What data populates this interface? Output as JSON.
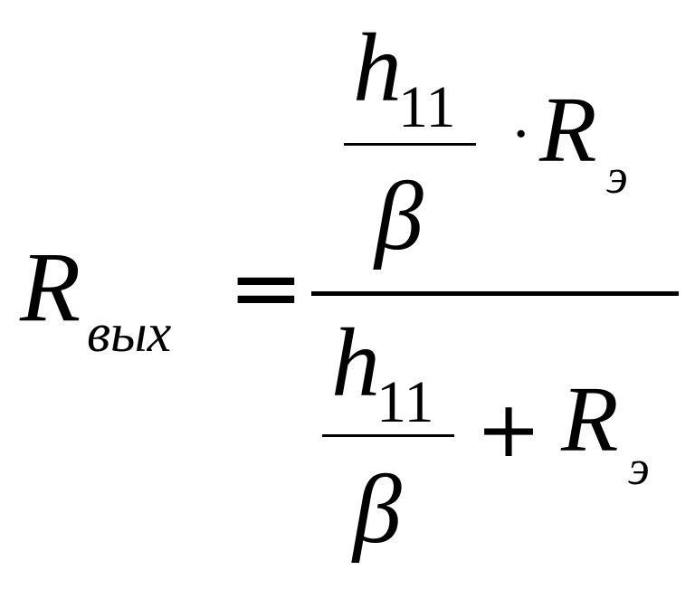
{
  "formula": {
    "lhs": {
      "symbol": "R",
      "subscript": "вых"
    },
    "equals": "=",
    "numerator": {
      "fraction": {
        "top_symbol": "h",
        "top_subscript": "11",
        "bottom_symbol": "β"
      },
      "operator": "·",
      "term_symbol": "R",
      "term_subscript": "э"
    },
    "denominator": {
      "fraction": {
        "top_symbol": "h",
        "top_subscript": "11",
        "bottom_symbol": "β"
      },
      "operator": "+",
      "term_symbol": "R",
      "term_subscript": "э"
    }
  }
}
